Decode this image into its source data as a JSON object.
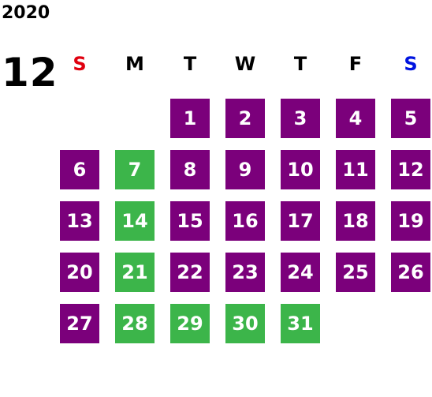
{
  "year": "2020",
  "month": "12",
  "colors": {
    "purple": "#7b007b",
    "green": "#3cb54a",
    "sunday": "#e0000f",
    "saturday": "#0014e0",
    "weekday": "#000000"
  },
  "weekdays": [
    "S",
    "M",
    "T",
    "W",
    "T",
    "F",
    "S"
  ],
  "first_weekday_index": 2,
  "days": [
    {
      "label": "1",
      "color": "purple"
    },
    {
      "label": "2",
      "color": "purple"
    },
    {
      "label": "3",
      "color": "purple"
    },
    {
      "label": "4",
      "color": "purple"
    },
    {
      "label": "5",
      "color": "purple"
    },
    {
      "label": "6",
      "color": "purple"
    },
    {
      "label": "7",
      "color": "green"
    },
    {
      "label": "8",
      "color": "purple"
    },
    {
      "label": "9",
      "color": "purple"
    },
    {
      "label": "10",
      "color": "purple"
    },
    {
      "label": "11",
      "color": "purple"
    },
    {
      "label": "12",
      "color": "purple"
    },
    {
      "label": "13",
      "color": "purple"
    },
    {
      "label": "14",
      "color": "green"
    },
    {
      "label": "15",
      "color": "purple"
    },
    {
      "label": "16",
      "color": "purple"
    },
    {
      "label": "17",
      "color": "purple"
    },
    {
      "label": "18",
      "color": "purple"
    },
    {
      "label": "19",
      "color": "purple"
    },
    {
      "label": "20",
      "color": "purple"
    },
    {
      "label": "21",
      "color": "green"
    },
    {
      "label": "22",
      "color": "purple"
    },
    {
      "label": "23",
      "color": "purple"
    },
    {
      "label": "24",
      "color": "purple"
    },
    {
      "label": "25",
      "color": "purple"
    },
    {
      "label": "26",
      "color": "purple"
    },
    {
      "label": "27",
      "color": "purple"
    },
    {
      "label": "28",
      "color": "green"
    },
    {
      "label": "29",
      "color": "green"
    },
    {
      "label": "30",
      "color": "green"
    },
    {
      "label": "31",
      "color": "green"
    }
  ]
}
